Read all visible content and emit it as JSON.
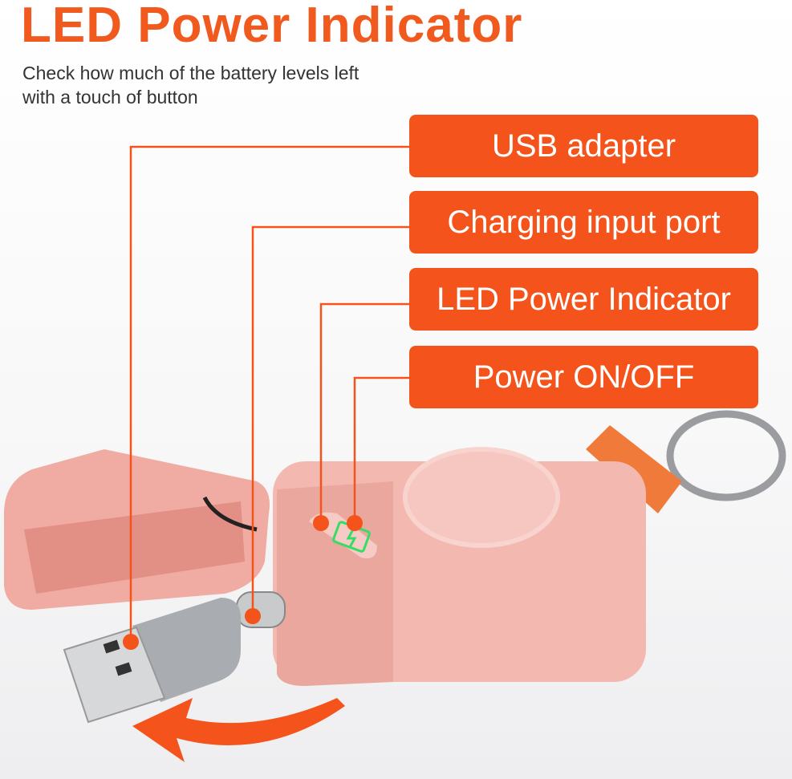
{
  "header": {
    "title": "LED Power Indicator",
    "subtitle_lines": [
      "Check how much of the battery levels left",
      "with a touch of button"
    ]
  },
  "callouts": [
    {
      "label": "USB adapter"
    },
    {
      "label": "Charging input port"
    },
    {
      "label": "LED Power Indicator"
    },
    {
      "label": "Power ON/OFF"
    }
  ],
  "colors": {
    "accent": "#f4541b",
    "case": "#f2b8b0",
    "led": "#33dd66"
  }
}
